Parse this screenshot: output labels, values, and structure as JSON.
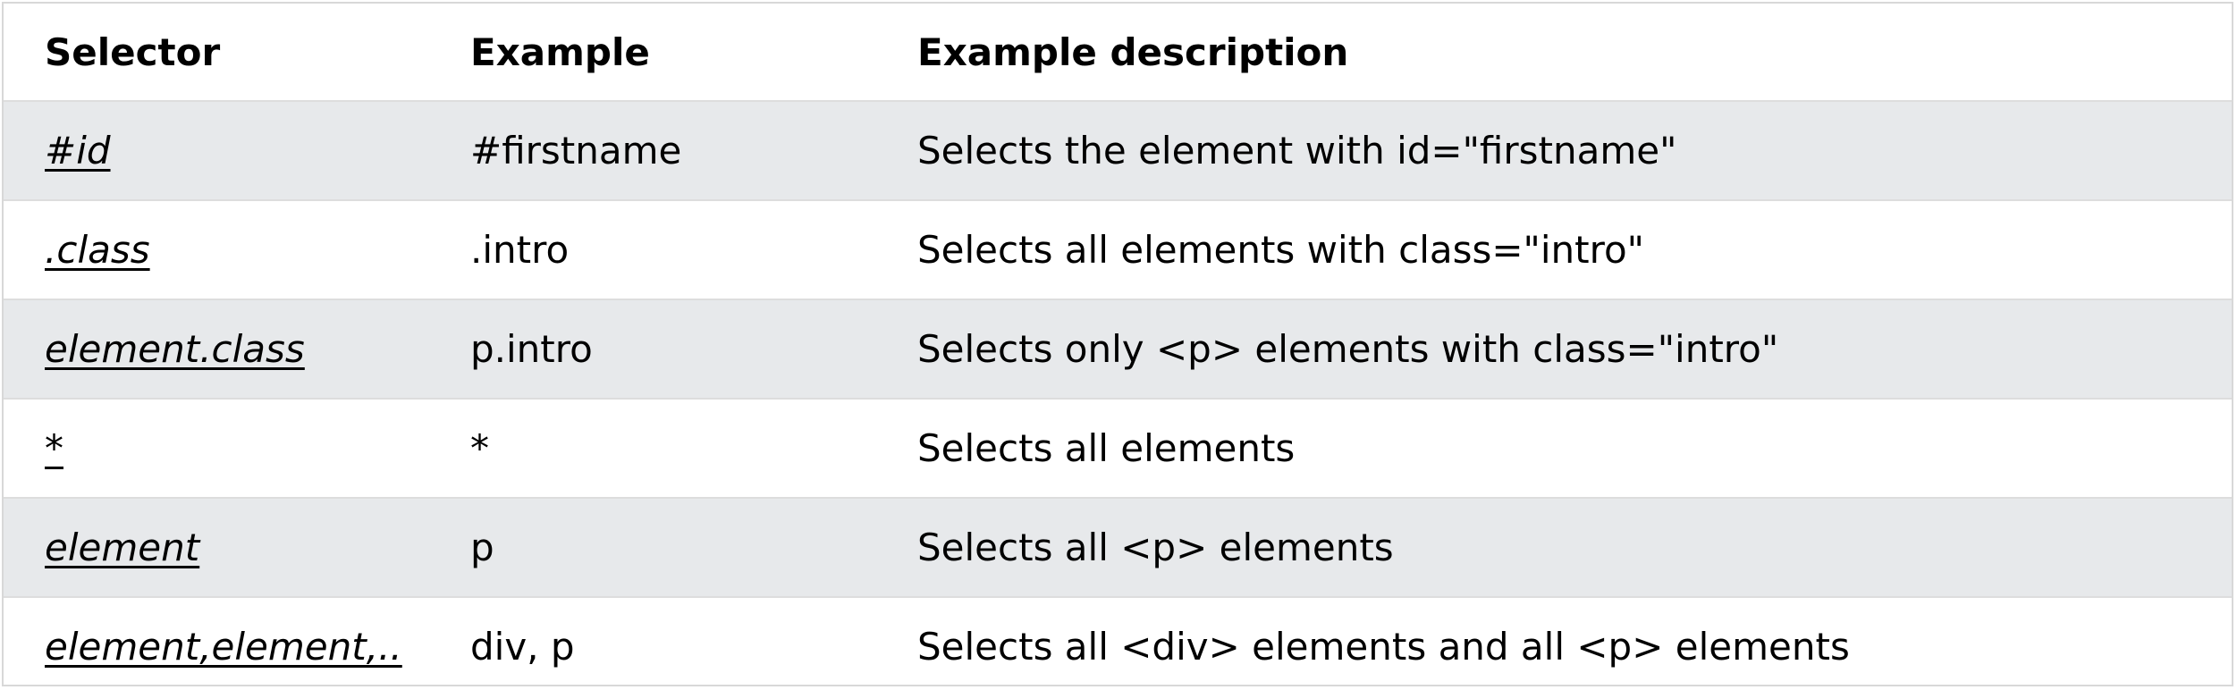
{
  "table": {
    "headers": [
      "Selector",
      "Example",
      "Example description"
    ],
    "rows": [
      {
        "selector": "#id",
        "example": "#firstname",
        "description": "Selects the element with id=\"firstname\""
      },
      {
        "selector": ".class",
        "example": ".intro",
        "description": "Selects all elements with class=\"intro\""
      },
      {
        "selector": "element.class",
        "example": "p.intro",
        "description": "Selects only <p> elements with class=\"intro\""
      },
      {
        "selector": "*",
        "example": "*",
        "description": "Selects all elements"
      },
      {
        "selector": "element",
        "example": "p",
        "description": "Selects all <p> elements"
      },
      {
        "selector": "element,element,..",
        "example": "div, p",
        "description": "Selects all <div> elements and all <p> elements"
      }
    ]
  },
  "colors": {
    "stripe": "#e7e9eb",
    "border": "#dddddd"
  }
}
